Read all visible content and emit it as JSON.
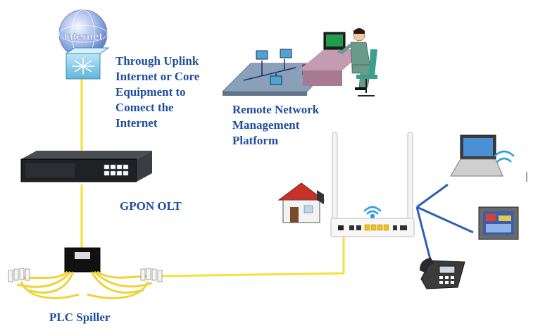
{
  "labels": {
    "uplink": [
      "Through Uplink",
      "Internet or Core",
      "Equipment to",
      "Comect the",
      "Internet"
    ],
    "remote": [
      "Remote Network",
      "Management",
      "Platform"
    ],
    "olt": "GPON OLT",
    "plc": "PLC Spiller",
    "globe_text": "Internet"
  },
  "colors": {
    "fiber": "#f2e23a",
    "link_blue": "#2f5fb3",
    "label_blue": "#1f4e9c"
  },
  "nodes": [
    "internet-globe",
    "core-switch",
    "gpon-olt",
    "plc-splitter",
    "onu-router",
    "house",
    "laptop",
    "tablet-monitor",
    "desk-phone",
    "remote-management-workstation"
  ]
}
